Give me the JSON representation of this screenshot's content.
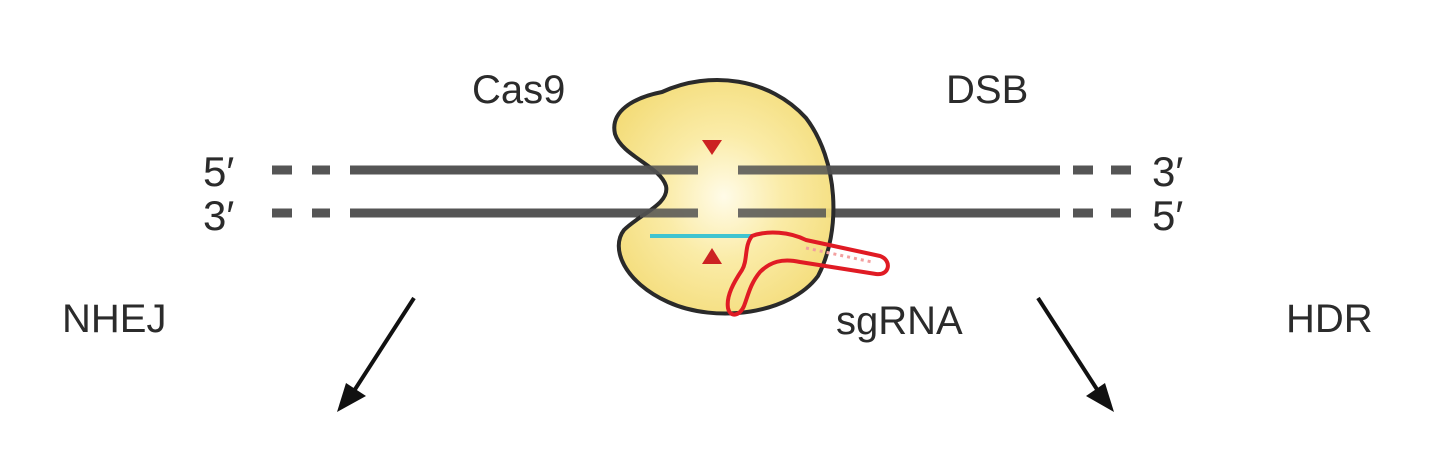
{
  "labels": {
    "cas9": "Cas9",
    "dsb": "DSB",
    "sgrna": "sgRNA",
    "nhej": "NHEJ",
    "hdr": "HDR"
  },
  "strands": {
    "top_left_end": "5′",
    "top_right_end": "3′",
    "bottom_left_end": "3′",
    "bottom_right_end": "5′"
  },
  "colors": {
    "dna": "#555555",
    "cas9_fill": "#f7e28a",
    "cas9_outline": "#2a2a2a",
    "cut_marker": "#cc2222",
    "sgrna": "#e01b24",
    "target_pairing": "#40c4d0",
    "arrow": "#111111",
    "text": "#2b2b2b"
  }
}
